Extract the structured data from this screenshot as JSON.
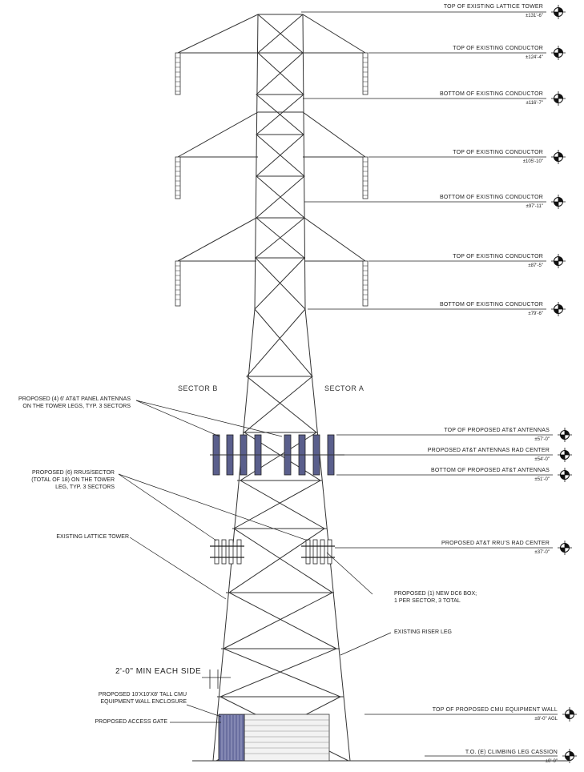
{
  "elevations": [
    {
      "label": "TOP OF EXISTING LATTICE TOWER",
      "value": "±131'-6\""
    },
    {
      "label": "TOP OF EXISTING CONDUCTOR",
      "value": "±124'-4\""
    },
    {
      "label": "BOTTOM OF EXISTING CONDUCTOR",
      "value": "±116'-7\""
    },
    {
      "label": "TOP OF EXISTING CONDUCTOR",
      "value": "±105'-10\""
    },
    {
      "label": "BOTTOM OF EXISTING CONDUCTOR",
      "value": "±97'-11\""
    },
    {
      "label": "TOP OF EXISTING CONDUCTOR",
      "value": "±87'-5\""
    },
    {
      "label": "BOTTOM OF EXISTING CONDUCTOR",
      "value": "±79'-6\""
    },
    {
      "label": "TOP OF PROPOSED AT&T ANTENNAS",
      "value": "±57'-0\""
    },
    {
      "label": "PROPOSED AT&T ANTENNAS RAD CENTER",
      "value": "±54'-0\""
    },
    {
      "label": "BOTTOM OF PROPOSED AT&T ANTENNAS",
      "value": "±51'-0\""
    },
    {
      "label": "PROPOSED AT&T RRU'S RAD CENTER",
      "value": "±37'-0\""
    },
    {
      "label": "TOP OF PROPOSED CMU EQUIPMENT WALL",
      "value": "±8'-0\" AGL"
    },
    {
      "label": "T.O. (E) CLIMBING LEG CASSION",
      "value": "±0'-0\""
    }
  ],
  "sectors": {
    "b": "SECTOR B",
    "a": "SECTOR A"
  },
  "notes": {
    "panel_antennas": [
      "PROPOSED (4) 6' AT&T PANEL ANTENNAS",
      "ON THE TOWER LEGS, TYP. 3 SECTORS"
    ],
    "rrus": [
      "PROPOSED (6) RRUs/SECTOR",
      "(TOTAL OF 18) ON THE TOWER",
      "LEG, TYP. 3 SECTORS"
    ],
    "lattice": "EXISTING LATTICE TOWER",
    "dc6": [
      "PROPOSED (1) NEW DC6 BOX;",
      "1 PER SECTOR, 3 TOTAL"
    ],
    "riser": "EXISTING RISER LEG",
    "cmu": [
      "PROPOSED 10'X10'X8' TALL CMU",
      "EQUIPMENT WALL ENCLOSURE"
    ],
    "gate": "PROPOSED ACCESS GATE"
  },
  "dimension": "2'-0\" MIN EACH SIDE"
}
